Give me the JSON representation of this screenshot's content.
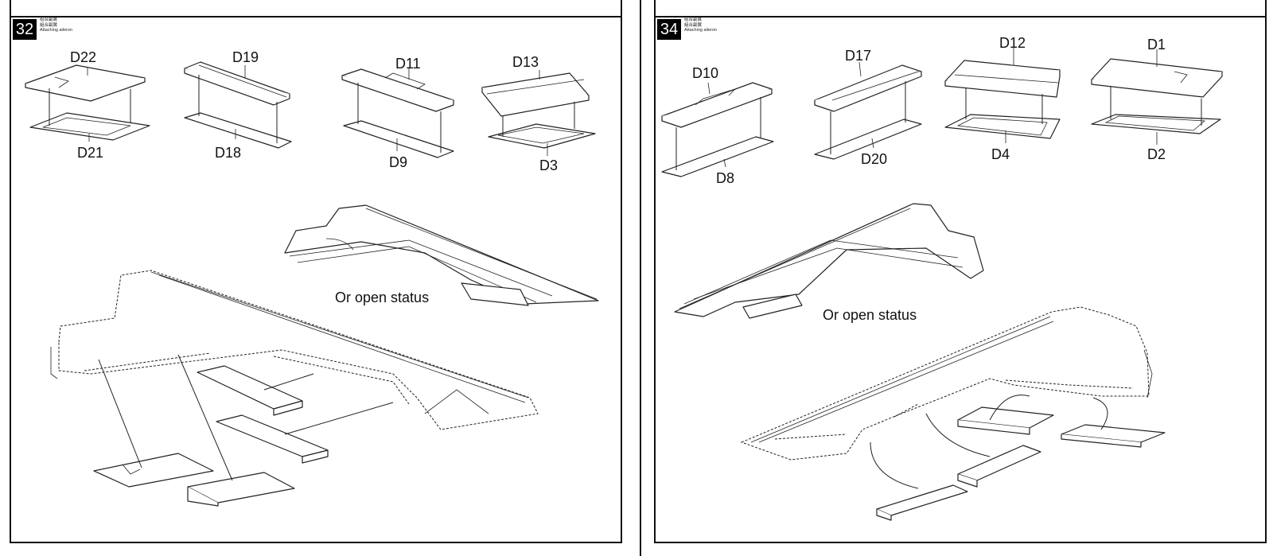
{
  "steps": [
    {
      "number": "32",
      "caption_cjk_1": "组合副翼",
      "caption_cjk_2": "組合副翼",
      "caption_en": "Attaching aileron",
      "part_labels": [
        "D22",
        "D21",
        "D19",
        "D18",
        "D11",
        "D9",
        "D13",
        "D3"
      ],
      "note": "Or open status"
    },
    {
      "number": "34",
      "caption_cjk_1": "组合副翼",
      "caption_cjk_2": "組合副翼",
      "caption_en": "Attaching aileron",
      "part_labels": [
        "D10",
        "D8",
        "D17",
        "D20",
        "D12",
        "D4",
        "D1",
        "D2"
      ],
      "note": "Or open status"
    }
  ]
}
